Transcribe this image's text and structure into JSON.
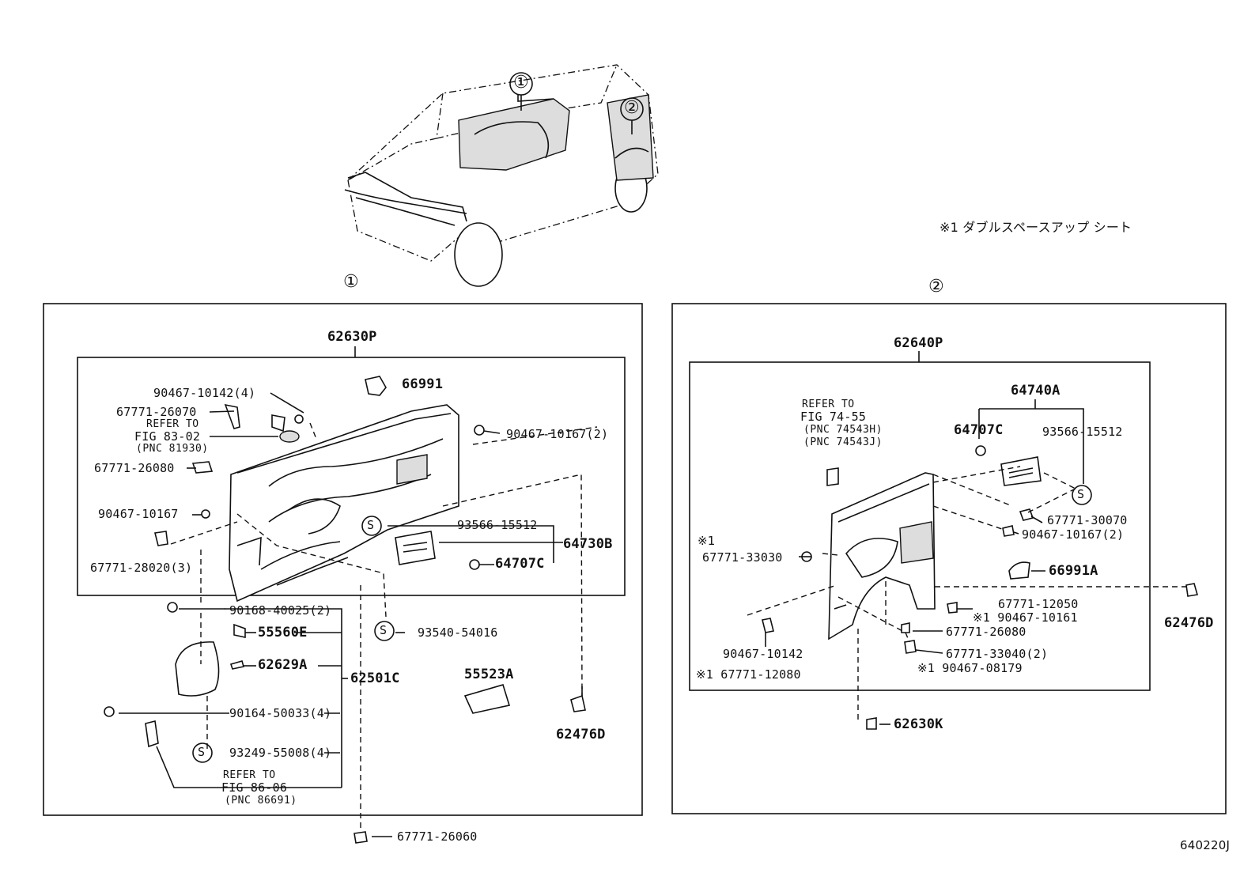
{
  "note": "※1 ダブルスペースアップ シート",
  "figure_code": "640220J",
  "callouts": {
    "one": "①",
    "two": "②"
  },
  "panel1": {
    "marker": "①",
    "assembly": "62630P",
    "parts": {
      "p66991": "66991",
      "p90467_10142": "90467-10142(4)",
      "p67771_26070": "67771-26070",
      "ref83_1": "REFER TO",
      "ref83_2": "FIG 83-02",
      "ref83_3": "(PNC 81930)",
      "p67771_26080": "67771-26080",
      "p90467_10167_2": "90467-10167(2)",
      "p90467_10167": "90467-10167",
      "p93566_15512": "93566-15512",
      "p67771_28020": "67771-28020(3)",
      "p64730B": "64730B",
      "p64707C": "64707C",
      "p90168_40025": "90168-40025(2)",
      "p55560E": "55560E",
      "p93540_54016": "93540-54016",
      "p62629A": "62629A",
      "p62501C": "62501C",
      "p55523A": "55523A",
      "p90164_50033": "90164-50033(4)",
      "p62476D": "62476D",
      "p93249_55008": "93249-55008(4)",
      "ref86_1": "REFER TO",
      "ref86_2": "FIG 86-06",
      "ref86_3": "(PNC 86691)",
      "p67771_26060": "67771-26060",
      "s": "S"
    }
  },
  "panel2": {
    "marker": "②",
    "assembly": "62640P",
    "parts": {
      "p64740A": "64740A",
      "ref74_1": "REFER TO",
      "ref74_2": "FIG 74-55",
      "ref74_3": "(PNC 74543H)",
      "ref74_4": "(PNC 74543J)",
      "p64707C": "64707C",
      "p93566_15512": "93566-15512",
      "p67771_30070": "67771-30070",
      "p90467_10167": "90467-10167(2)",
      "m1": "※1",
      "p67771_33030": "67771-33030",
      "p66991A": "66991A",
      "p67771_12050": "67771-12050",
      "p90467_10161": "※1 90467-10161",
      "p67771_26080": "67771-26080",
      "p67771_33040": "67771-33040(2)",
      "p90467_08179": "※1 90467-08179",
      "p90467_10142": "90467-10142",
      "p67771_12080": "※1 67771-12080",
      "p62476D": "62476D",
      "p62630K": "62630K",
      "s": "S"
    }
  }
}
